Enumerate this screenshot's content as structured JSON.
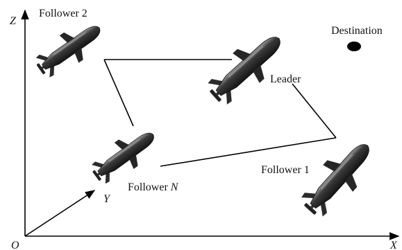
{
  "axes": {
    "x": "X",
    "y": "Y",
    "z": "Z",
    "origin": "O"
  },
  "labels": {
    "follower2": "Follower 2",
    "leader": "Leader",
    "follower1": "Follower 1",
    "followerN_prefix": "Follower ",
    "followerN_var": "N",
    "destination": "Destination"
  },
  "colors": {
    "line": "#000000",
    "vehicle_body": "#2a2a2a",
    "vehicle_highlight": "#8a8a8a",
    "background": "#ffffff"
  }
}
